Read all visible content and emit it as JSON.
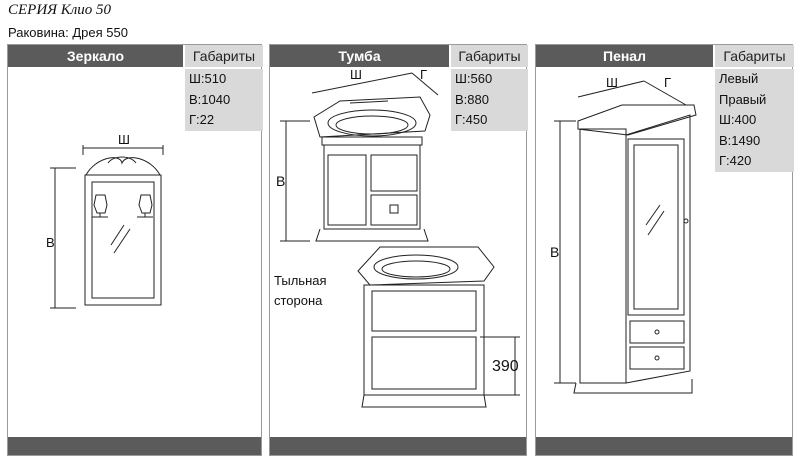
{
  "header": {
    "series": "СЕРИЯ Клио 50",
    "sink": "Раковина: Дрея 550"
  },
  "panels": {
    "mirror": {
      "title": "Зеркало",
      "dims_label": "Габариты",
      "dims": [
        "Ш:510",
        "В:1040",
        "Г:22"
      ],
      "labels": {
        "width": "Ш",
        "height": "В"
      }
    },
    "cabinet": {
      "title": "Тумба",
      "dims_label": "Габариты",
      "dims": [
        "Ш:560",
        "В:880",
        "Г:450"
      ],
      "labels": {
        "width": "Ш",
        "height": "В",
        "depth": "Г",
        "back_dim": "390"
      },
      "back_note": [
        "Тыльная",
        "сторона"
      ]
    },
    "tall": {
      "title": "Пенал",
      "dims_label": "Габариты",
      "dims": [
        "Левый",
        "Правый",
        "Ш:400",
        "В:1490",
        "Г:420"
      ],
      "labels": {
        "width": "Ш",
        "height": "В",
        "depth": "Г"
      }
    }
  },
  "colors": {
    "header_bar": "#5b5b5b",
    "dims_bg": "#d9d9d9",
    "line": "#222222"
  }
}
